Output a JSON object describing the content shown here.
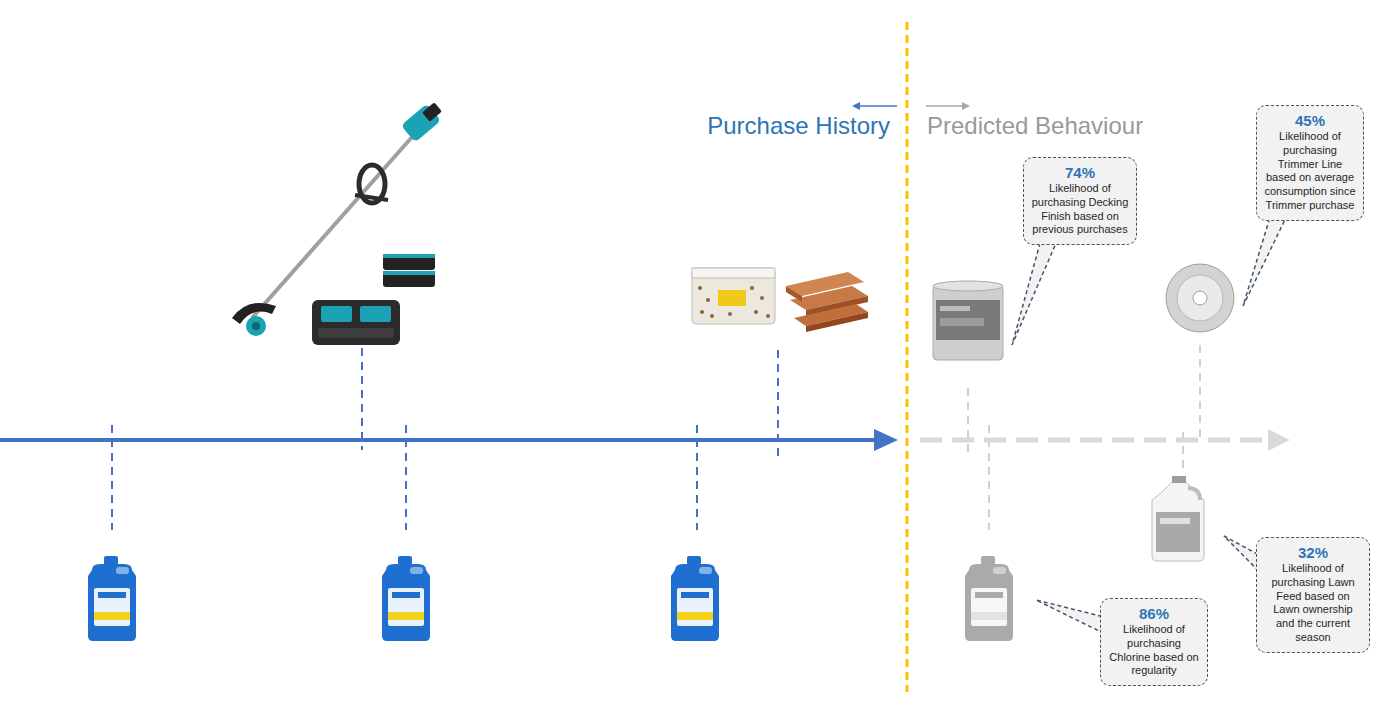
{
  "diagram": {
    "nodes": [
      {
        "text": [
          "74%",
          "Likelihood of purchasing Decking Finish based on previous purchases"
        ]
      },
      {
        "text": [
          "45%",
          "Likelihood of purchasing Trimmer Line based on average consumption since Trimmer purchase"
        ]
      },
      {
        "text": [
          "86%",
          "Likelihood of purchasing Chlorine based on regularity"
        ]
      },
      {
        "text": [
          "32%",
          "Likelihood of purchasing Lawn Feed based on Lawn ownership and the current season"
        ]
      }
    ],
    "labels": [
      "Purchase History",
      "Predicted Behaviour"
    ]
  }
}
